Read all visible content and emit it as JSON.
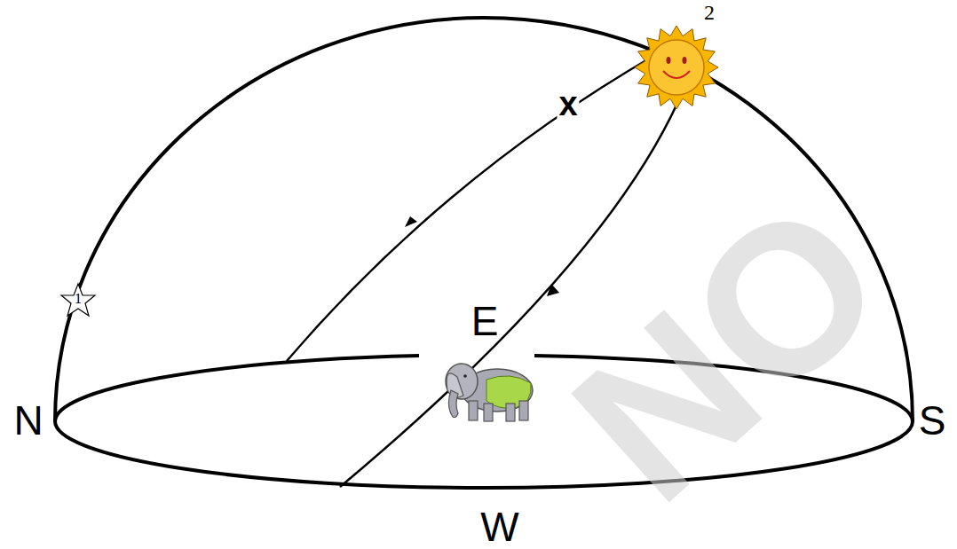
{
  "diagram": {
    "nodes": [
      {
        "text": [
          "1"
        ]
      },
      {
        "text": [
          "2"
        ]
      }
    ],
    "labels": [
      "N",
      "E",
      "S",
      "W",
      "x",
      "NO"
    ]
  }
}
